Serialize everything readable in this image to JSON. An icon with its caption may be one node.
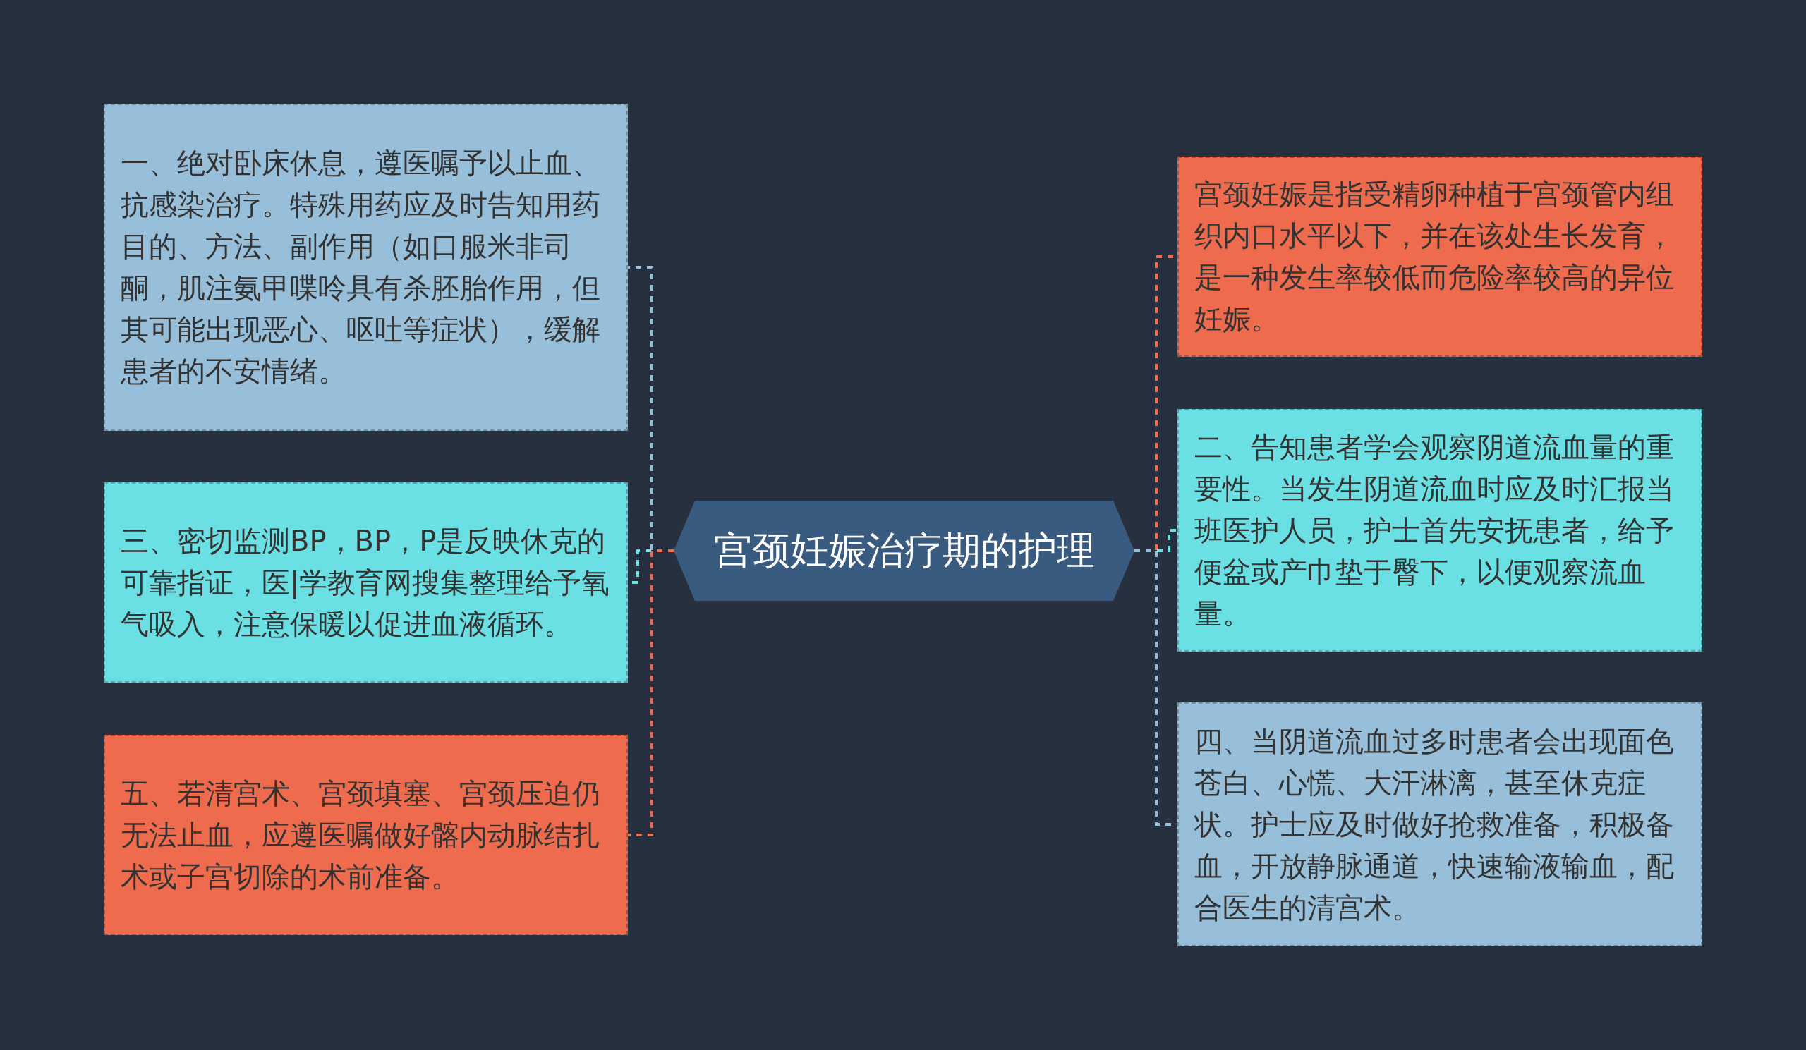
{
  "diagram": {
    "nodes": [
      {
        "text": [
          "宫颈妊娠治疗期的护理"
        ]
      },
      {
        "text": [
          "一、绝对卧床休息，遵医嘱予以止血、抗感染治疗。特殊用药应及时告知用药目的、方法、副作用（如口服米非司酮，肌注氨甲喋呤具有杀胚胎作用，但其可能出现恶心、呕吐等症状），缓解患者的不安情绪。"
        ]
      },
      {
        "text": [
          "三、密切监测BP，BP，P是反映休克的可靠指证，医|学教育网搜集整理给予氧气吸入，注意保暖以促进血液循环。"
        ]
      },
      {
        "text": [
          "五、若清宫术、宫颈填塞、宫颈压迫仍无法止血，应遵医嘱做好髂内动脉结扎术或子宫切除的术前准备。"
        ]
      },
      {
        "text": [
          "宫颈妊娠是指受精卵种植于宫颈管内组织内口水平以下，并在该处生长发育，是一种发生率较低而危险率较高的异位妊娠。"
        ]
      },
      {
        "text": [
          "二、告知患者学会观察阴道流血量的重要性。当发生阴道流血时应及时汇报当班医护人员，护士首先安抚患者，给予便盆或产巾垫于臀下，以便观察流血量。"
        ]
      },
      {
        "text": [
          "四、当阴道流血过多时患者会出现面色苍白、心慌、大汗淋漓，甚至休克症状。护士应及时做好抢救准备，积极备血，开放静脉通道，快速输液输血，配合医生的清宫术。"
        ]
      }
    ],
    "edges": [
      {
        "from": 0,
        "to": 1,
        "arrow": "none",
        "style": "dashed",
        "color": "#98bfd9"
      },
      {
        "from": 0,
        "to": 2,
        "arrow": "none",
        "style": "dashed",
        "color": "#6ae0e4"
      },
      {
        "from": 0,
        "to": 3,
        "arrow": "none",
        "style": "dashed",
        "color": "#ee6b4d"
      },
      {
        "from": 0,
        "to": 4,
        "arrow": "none",
        "style": "dashed",
        "color": "#ee6b4d"
      },
      {
        "from": 0,
        "to": 5,
        "arrow": "none",
        "style": "dashed",
        "color": "#6ae0e4"
      },
      {
        "from": 0,
        "to": 6,
        "arrow": "none",
        "style": "dashed",
        "color": "#98bfd9"
      }
    ]
  }
}
